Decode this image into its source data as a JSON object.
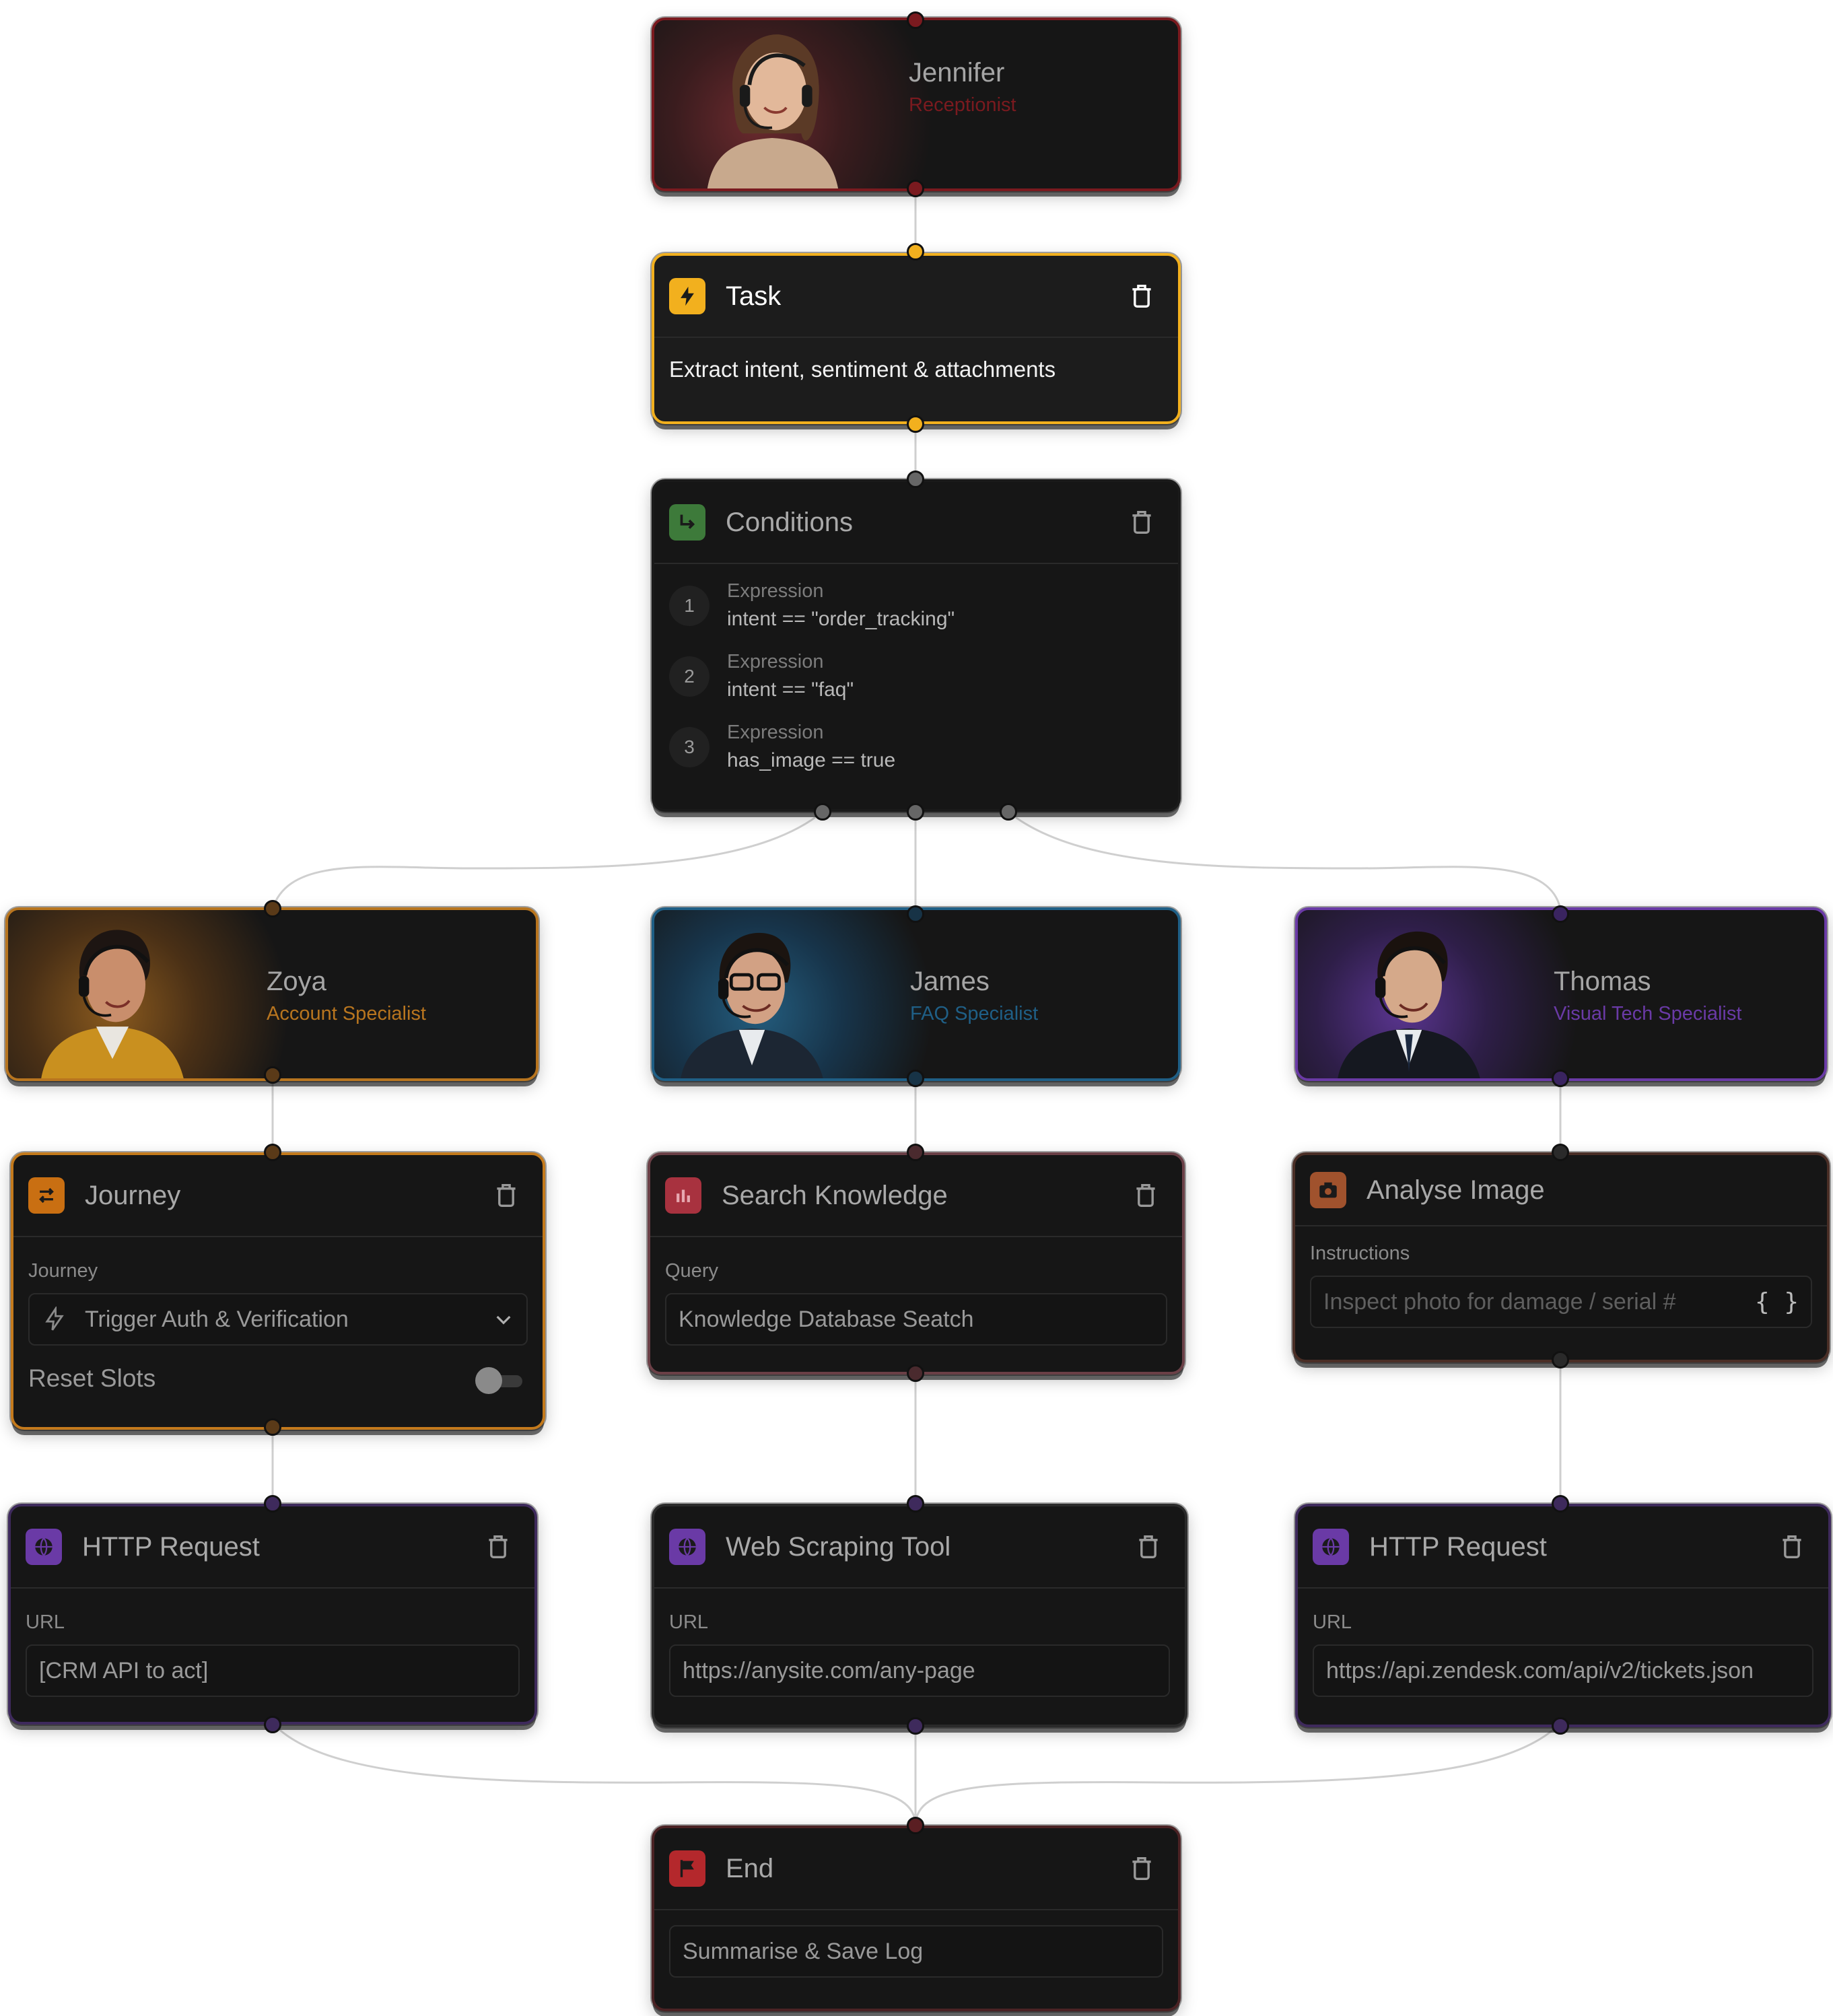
{
  "agents": {
    "jennifer": {
      "name": "Jennifer",
      "role": "Receptionist",
      "accent": "#7a1a1f"
    },
    "zoya": {
      "name": "Zoya",
      "role": "Account Specialist",
      "accent": "#b8751f"
    },
    "james": {
      "name": "James",
      "role": "FAQ Specialist",
      "accent": "#1f5f86"
    },
    "thomas": {
      "name": "Thomas",
      "role": "Visual Tech Specialist",
      "accent": "#6a3aa6"
    }
  },
  "task": {
    "title": "Task",
    "description": "Extract intent, sentiment & attachments",
    "accent": "#f2b01e",
    "icon": "lightning-icon"
  },
  "conditions": {
    "title": "Conditions",
    "accent": "#3d7a3a",
    "icon": "branch-arrow-icon",
    "items": [
      {
        "index": "1",
        "label": "Expression",
        "expression": "intent == \"order_tracking\""
      },
      {
        "index": "2",
        "label": "Expression",
        "expression": "intent == \"faq\""
      },
      {
        "index": "3",
        "label": "Expression",
        "expression": "has_image == true"
      }
    ]
  },
  "journey": {
    "title": "Journey",
    "field_label": "Journey",
    "value": "Trigger Auth & Verification",
    "reset_label": "Reset Slots",
    "reset_on": false,
    "accent": "#c96f12",
    "icon": "swap-arrows-icon"
  },
  "search_knowledge": {
    "title": "Search Knowledge",
    "field_label": "Query",
    "value": "Knowledge Database Seatch",
    "accent": "#a8323f",
    "icon": "bar-chart-icon"
  },
  "analyse_image": {
    "title": "Analyse Image",
    "field_label": "Instructions",
    "placeholder": "Inspect photo for damage / serial #",
    "braces": "{ }",
    "accent": "#a0522d",
    "icon": "camera-icon"
  },
  "http_left": {
    "title": "HTTP Request",
    "field_label": "URL",
    "value": "[CRM API to act]",
    "accent": "#6a3aa6",
    "icon": "globe-icon"
  },
  "web_scraping": {
    "title": "Web Scraping Tool",
    "field_label": "URL",
    "value": "https://anysite.com/any-page",
    "accent": "#6a3aa6",
    "icon": "globe-icon"
  },
  "http_right": {
    "title": "HTTP Request",
    "field_label": "URL",
    "value": "https://api.zendesk.com/api/v2/tickets.json",
    "accent": "#6a3aa6",
    "icon": "globe-icon"
  },
  "end": {
    "title": "End",
    "value": "Summarise & Save Log",
    "accent": "#b4282c",
    "icon": "flag-icon"
  }
}
